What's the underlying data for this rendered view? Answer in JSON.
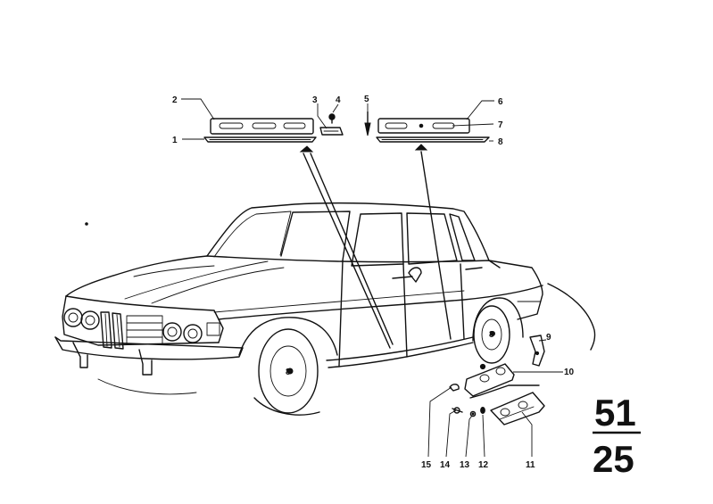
{
  "callouts": [
    {
      "id": "1",
      "label": "1"
    },
    {
      "id": "2",
      "label": "2"
    },
    {
      "id": "3",
      "label": "3"
    },
    {
      "id": "4",
      "label": "4"
    },
    {
      "id": "5",
      "label": "5"
    },
    {
      "id": "6",
      "label": "6"
    },
    {
      "id": "7",
      "label": "7"
    },
    {
      "id": "8",
      "label": "8"
    },
    {
      "id": "9",
      "label": "9"
    },
    {
      "id": "10",
      "label": "10"
    },
    {
      "id": "11",
      "label": "11"
    },
    {
      "id": "12",
      "label": "12"
    },
    {
      "id": "13",
      "label": "13"
    },
    {
      "id": "14",
      "label": "14"
    },
    {
      "id": "15",
      "label": "15"
    }
  ],
  "page_ref": {
    "group": "51",
    "sheet": "25"
  }
}
